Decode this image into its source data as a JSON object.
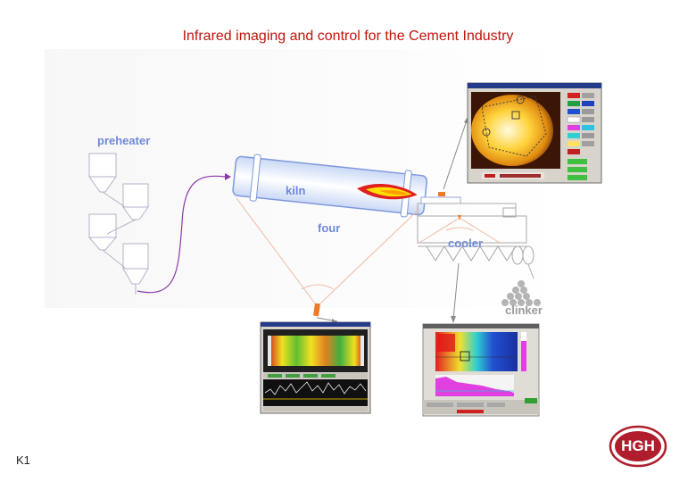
{
  "title": "Infrared imaging and control for the Cement Industry",
  "slide_id": "K1",
  "labels": {
    "preheater": "preheater",
    "kiln": "kiln",
    "four": "four",
    "cooler": "cooler",
    "clinker": "clinker"
  },
  "logo_text": "HGH",
  "colors": {
    "title": "#c0140c",
    "label_blue": "#6f8ad8",
    "label_gray": "#9a9a9a",
    "logo_red": "#b01e2e",
    "flame_red": "#e02020",
    "flame_yellow": "#ffe000"
  }
}
